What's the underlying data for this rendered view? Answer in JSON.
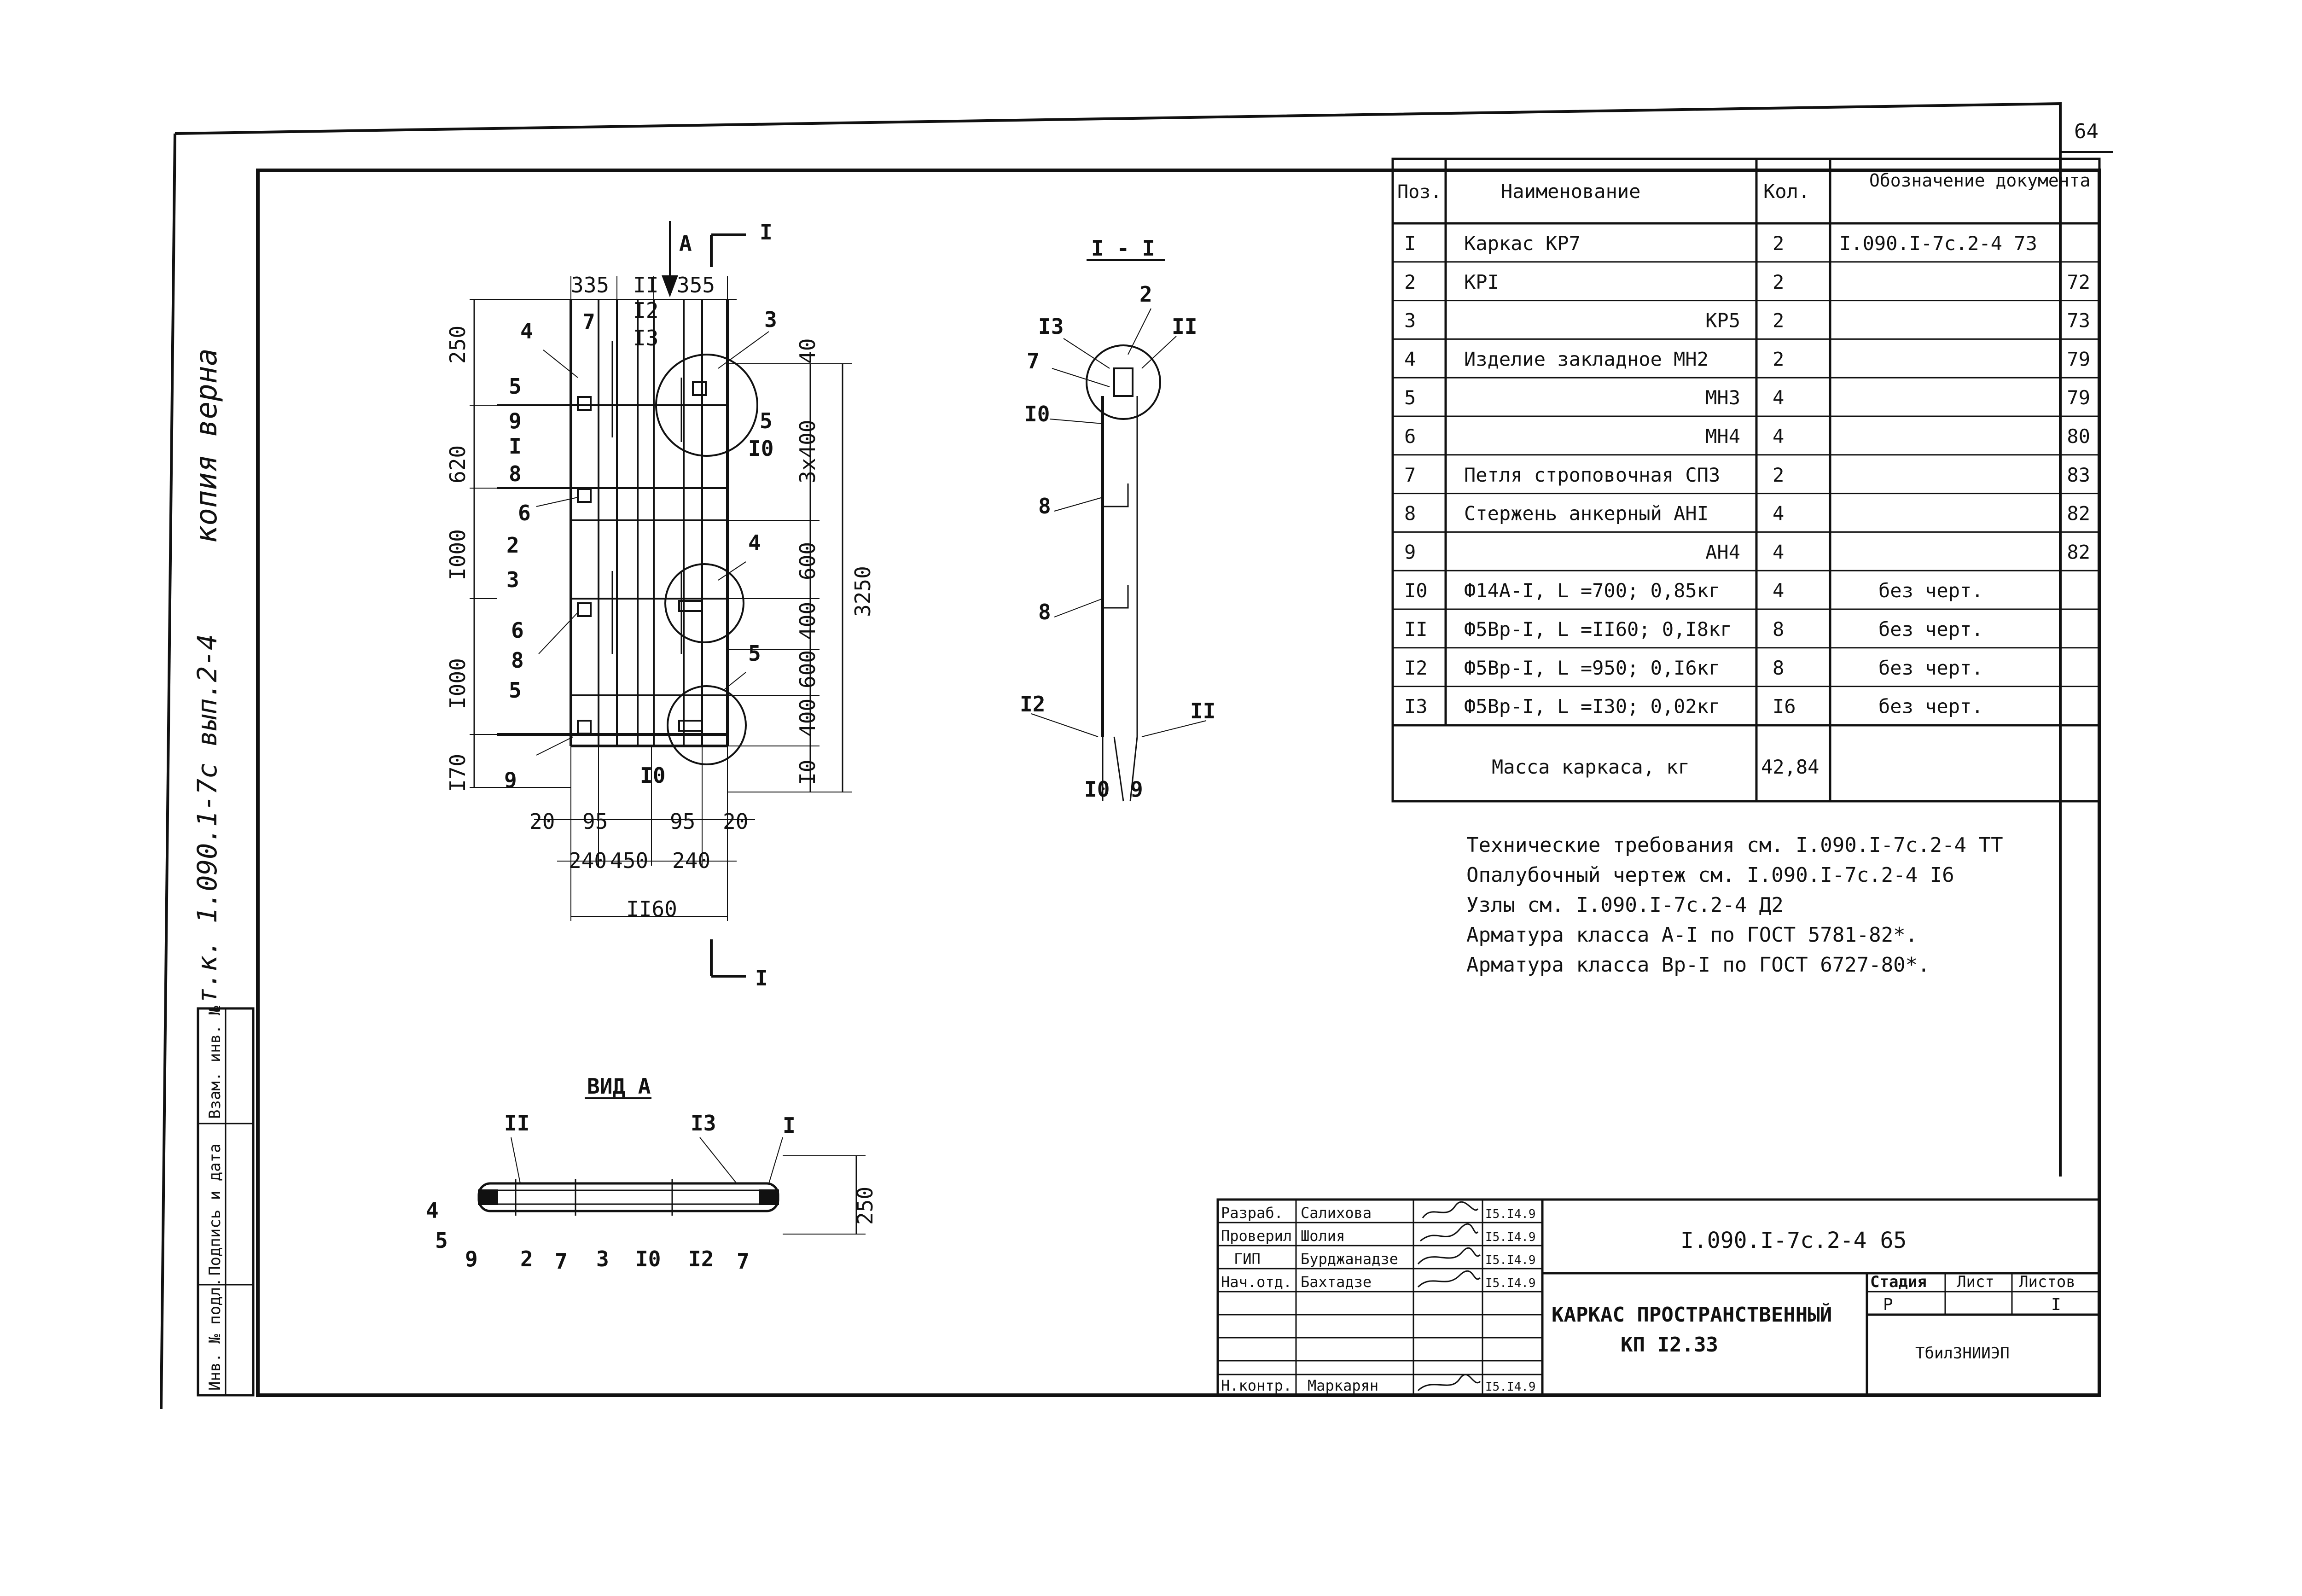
{
  "sheet_number": "64",
  "side_notes": {
    "copy_note": "копия верна",
    "album_ref": "т.к. 1.090.1-7с вып.2-4"
  },
  "side_stamp": [
    "Инв. № подл.",
    "Подпись и дата",
    "Взам. инв. №"
  ],
  "spec_table": {
    "headers": [
      "Поз.",
      "Наименование",
      "Кол.",
      "Обозначение документа"
    ],
    "rows": [
      [
        "I",
        "Каркас КР7",
        "2",
        "I.090.I-7с.2-4 73"
      ],
      [
        "2",
        "КРI",
        "2",
        "72"
      ],
      [
        "3",
        "КР5",
        "2",
        "73"
      ],
      [
        "4",
        "Изделие закладное МН2",
        "2",
        "79"
      ],
      [
        "5",
        "МН3",
        "4",
        "79"
      ],
      [
        "6",
        "МН4",
        "4",
        "80"
      ],
      [
        "7",
        "Петля строповочная СП3",
        "2",
        "83"
      ],
      [
        "8",
        "Стержень анкерный АНI",
        "4",
        "82"
      ],
      [
        "9",
        "АН4",
        "4",
        "82"
      ],
      [
        "I0",
        "Ф14А-I, L =700; 0,85кг",
        "4",
        "без черт."
      ],
      [
        "II",
        "Ф5Вр-I, L =II60; 0,I8кг",
        "8",
        "без черт."
      ],
      [
        "I2",
        "Ф5Вр-I, L =950; 0,I6кг",
        "8",
        "без черт."
      ],
      [
        "I3",
        "Ф5Вр-I, L =I30; 0,02кг",
        "I6",
        "без черт."
      ]
    ],
    "mass_label": "Масса каркаса, кг",
    "mass_value": "42,84"
  },
  "notes": [
    "Технические требования см. I.090.I-7с.2-4 ТТ",
    "Опалубочный чертеж см. I.090.I-7с.2-4 I6",
    "Узлы см. I.090.I-7с.2-4 Д2",
    "Арматура класса А-I по ГОСТ 5781-82*.",
    "Арматура класса Вр-I по ГОСТ 6727-80*."
  ],
  "views": {
    "section_label": "I - I",
    "view_a_label": "ВИД А",
    "arrow_a": "А",
    "cut_mark": "I"
  },
  "main_view": {
    "top_dims": [
      "335",
      "II",
      "355"
    ],
    "top_stack": [
      "I2",
      "I3"
    ],
    "left_dims": [
      "250",
      "620",
      "I000",
      "I000",
      "I70"
    ],
    "right_dims": [
      "40",
      "3х400",
      "600",
      "400",
      "600",
      "400",
      "I0"
    ],
    "total_height": "3250",
    "bottom_dims_1": [
      "20",
      "95",
      "95",
      "20"
    ],
    "bottom_dims_2": [
      "240",
      "450",
      "240"
    ],
    "total_width": "II60",
    "left_labels": [
      "4",
      "7",
      "5",
      "9",
      "I",
      "8",
      "6",
      "2",
      "3",
      "6",
      "8",
      "5",
      "9"
    ],
    "right_labels": [
      "3",
      "5",
      "I0",
      "4",
      "5"
    ],
    "bottom_label": "I0"
  },
  "section_view": {
    "labels": [
      "I3",
      "2",
      "II",
      "7",
      "I0",
      "8",
      "8",
      "I2",
      "II",
      "I0",
      "9"
    ]
  },
  "view_a": {
    "top_labels": [
      "II",
      "I3",
      "I"
    ],
    "bottom_labels": [
      "4",
      "5",
      "9",
      "2",
      "7",
      "3",
      "I0",
      "I2",
      "7"
    ],
    "height_dim": "250"
  },
  "title_block": {
    "roles": [
      {
        "role": "Разраб.",
        "name": "Салихова",
        "date": "I5.I4.9"
      },
      {
        "role": "Проверил",
        "name": "Шолия",
        "date": "I5.I4.9"
      },
      {
        "role": "ГИП",
        "name": "Бурджанадзе",
        "date": "I5.I4.9"
      },
      {
        "role": "Нач.отд.",
        "name": "Бахтадзе",
        "date": "I5.I4.9"
      },
      {
        "role": "Н.контр.",
        "name": "Маркарян",
        "date": "I5.I4.9"
      }
    ],
    "designation": "I.090.I-7с.2-4 65",
    "title_line1": "КАРКАС ПРОСТРАНСТВЕННЫЙ",
    "title_line2": "КП I2.33",
    "stage_header": "Стадия",
    "sheet_header": "Лист",
    "sheets_header": "Листов",
    "stage_value": "Р",
    "sheet_value": "",
    "sheets_value": "I",
    "organization": "ТбилЗНИИЭП"
  }
}
